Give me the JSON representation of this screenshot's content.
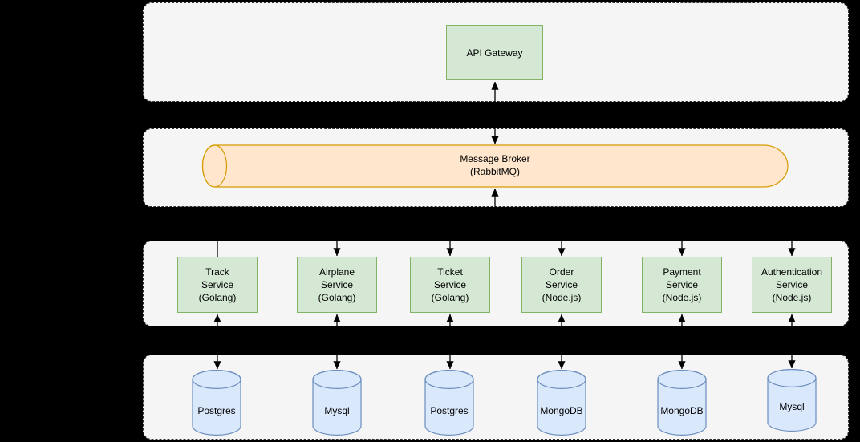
{
  "colors": {
    "background": "#000000",
    "zone_fill": "#f5f5f5",
    "zone_border": "#2e2e2e",
    "service_fill": "#d5e8d4",
    "service_border": "#82b366",
    "broker_fill": "#ffe6cc",
    "broker_border": "#d79b00",
    "db_fill": "#dae8fc",
    "db_border": "#6c8ebf",
    "arrow": "#000000",
    "text": "#000000"
  },
  "gateway": {
    "label": "API Gateway"
  },
  "broker": {
    "label": "Message Broker\n(RabbitMQ)"
  },
  "services": [
    {
      "label": "Track\nService\n(Golang)"
    },
    {
      "label": "Airplane\nService\n(Golang)"
    },
    {
      "label": "Ticket\nService\n(Golang)"
    },
    {
      "label": "Order\nService\n(Node.js)"
    },
    {
      "label": "Payment\nService\n(Node.js)"
    },
    {
      "label": "Authentication\nService\n(Node.js)"
    }
  ],
  "databases": [
    {
      "label": "Postgres"
    },
    {
      "label": "Mysql"
    },
    {
      "label": "Postgres"
    },
    {
      "label": "MongoDB"
    },
    {
      "label": "MongoDB"
    },
    {
      "label": "Mysql"
    }
  ]
}
